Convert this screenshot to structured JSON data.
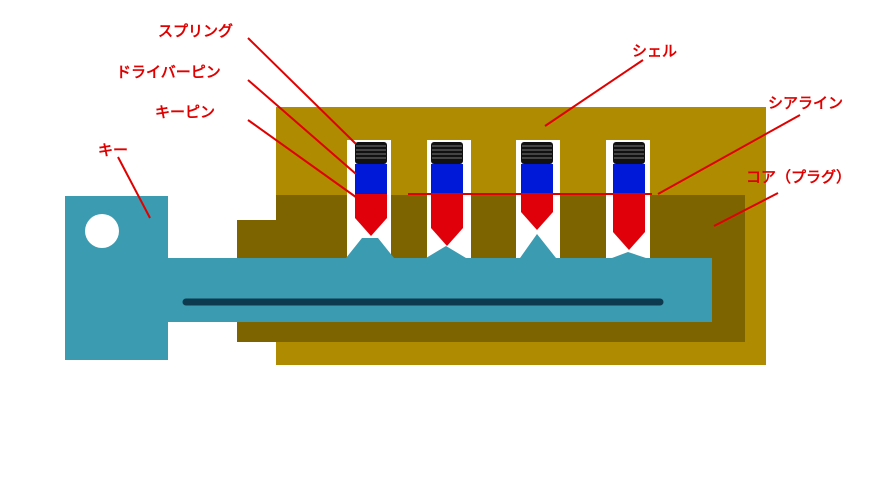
{
  "colors": {
    "shell": "#AE8B00",
    "core": "#7E6400",
    "key": "#3B9BB1",
    "key_groove": "#0D3A4F",
    "driver_pin": "#0018D8",
    "key_pin": "#E0000A",
    "spring": "#111111",
    "label": "#E10000",
    "pin_slot": "#FFFFFF"
  },
  "labels": {
    "spring": "スプリング",
    "driver_pin": "ドライバーピン",
    "key_pin": "キーピン",
    "key": "キー",
    "shell": "シェル",
    "shear_line": "シアライン",
    "core": "コア（プラグ）"
  }
}
